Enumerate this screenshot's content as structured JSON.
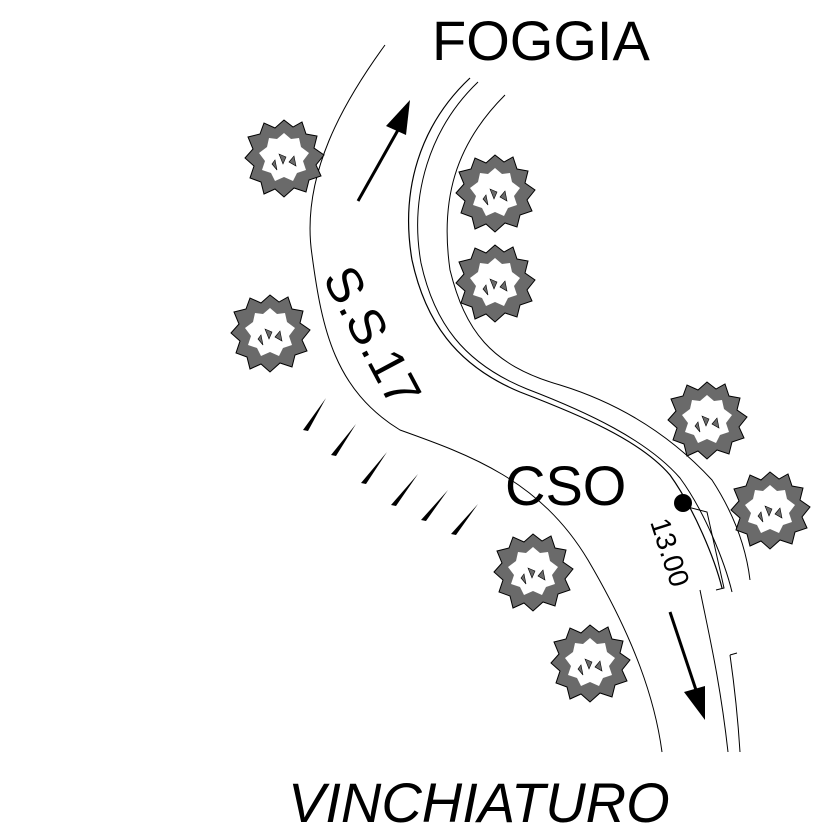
{
  "labels": {
    "top_destination": "FOGGIA",
    "bottom_destination": "VINCHIATURO",
    "road_name": "S.S.17",
    "point_label": "CSO",
    "distance": "13.00"
  },
  "icons": {
    "tree": "tree-icon",
    "arrow": "direction-arrow-icon",
    "point": "point-marker-icon",
    "embankment": "embankment-tick-icon"
  },
  "colors": {
    "line": "#000000",
    "foliage": "#6a6a6a",
    "background": "#ffffff"
  }
}
